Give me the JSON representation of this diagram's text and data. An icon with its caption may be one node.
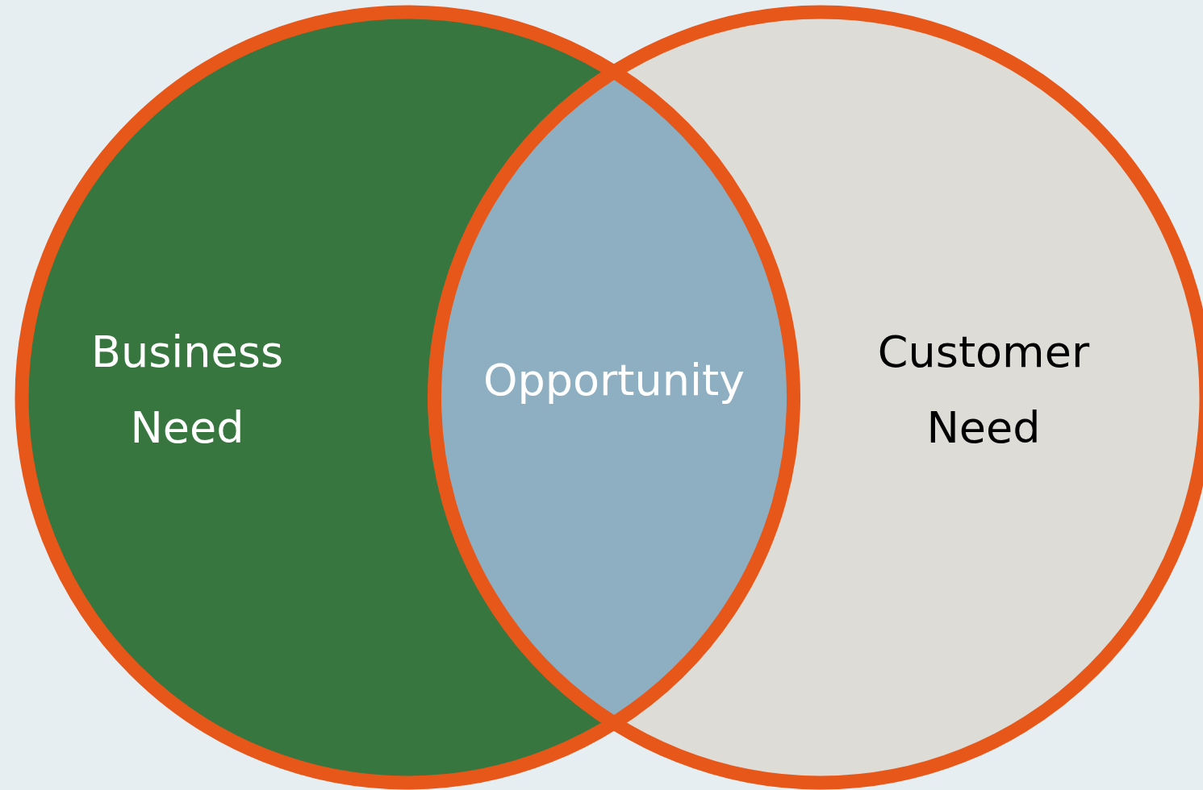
{
  "diagram": {
    "nodes": [
      {
        "text": [
          "Business Need"
        ]
      },
      {
        "text": [
          "Customer Need"
        ]
      },
      {
        "text": [
          "Opportunity"
        ]
      }
    ]
  }
}
